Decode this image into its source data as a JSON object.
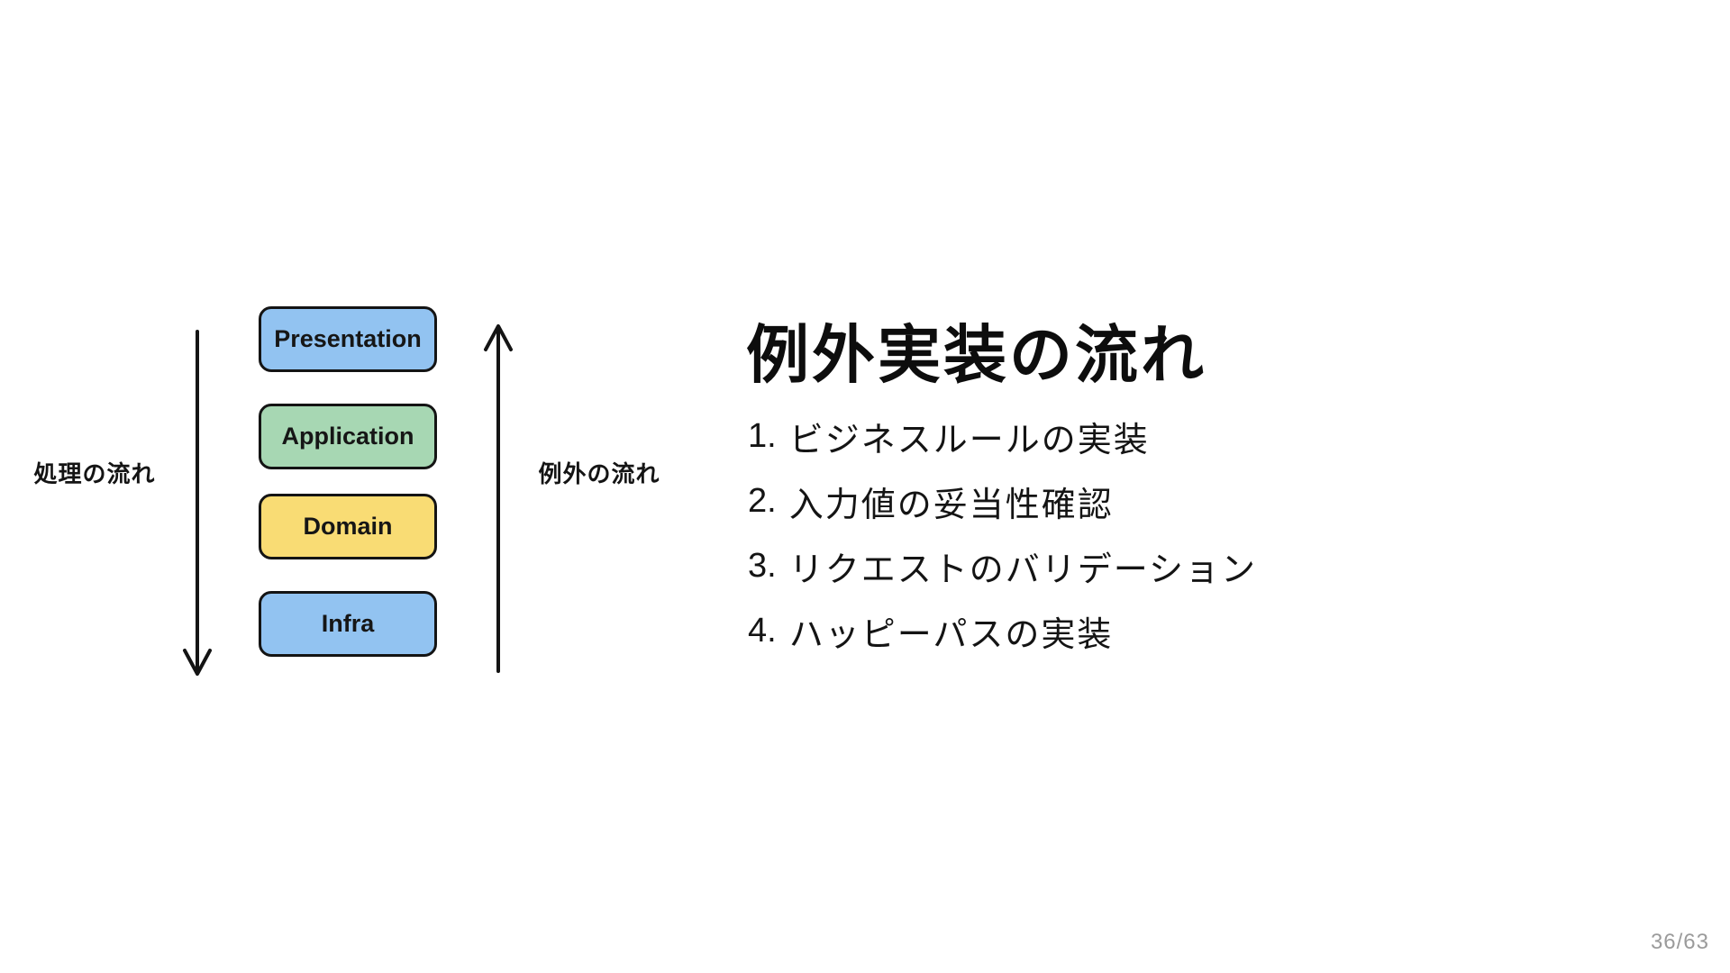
{
  "slide": {
    "title": "例外実装の流れ",
    "steps": [
      {
        "num": "1.",
        "text": "ビジネスルールの実装"
      },
      {
        "num": "2.",
        "text": "入力値の妥当性確認"
      },
      {
        "num": "3.",
        "text": "リクエストのバリデーション"
      },
      {
        "num": "4.",
        "text": "ハッピーパスの実装"
      }
    ],
    "page_number": "36/63"
  },
  "diagram": {
    "down_arrow_label": "処理の流れ",
    "up_arrow_label": "例外の流れ",
    "layers": [
      {
        "label": "Presentation",
        "fill": "#92c3f1"
      },
      {
        "label": "Application",
        "fill": "#a7d7b3"
      },
      {
        "label": "Domain",
        "fill": "#f9dc74"
      },
      {
        "label": "Infra",
        "fill": "#92c3f1"
      }
    ]
  },
  "colors": {
    "ink": "#141414",
    "background": "#ffffff",
    "page_number_gray": "#9b9b9b",
    "layer_blue": "#92c3f1",
    "layer_green": "#a7d7b3",
    "layer_yellow": "#f9dc74"
  }
}
